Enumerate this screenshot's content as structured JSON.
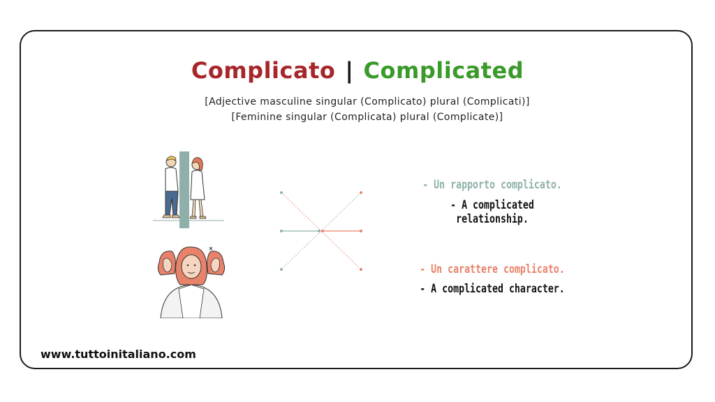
{
  "title": {
    "italian": "Complicato",
    "separator": "|",
    "english": "Complicated"
  },
  "grammar": {
    "line1": "[Adjective masculine singular (Complicato) plural (Complicati)]",
    "line2": "[Feminine singular (Complicata) plural (Complicate)]"
  },
  "examples": [
    {
      "italian": "- Un rapporto complicato.",
      "english": "- A complicated relationship."
    },
    {
      "italian": "- Un carattere complicato.",
      "english": "- A complicated character."
    }
  ],
  "footer": {
    "website": "www.tuttoinitaliano.com"
  },
  "colors": {
    "italian_accent": "#a8262a",
    "english_accent": "#3a9a2a",
    "teal": "#8fb0aa",
    "coral": "#e8826a"
  },
  "icons": [
    "couple-back-to-back-illustration",
    "three-faced-woman-illustration"
  ]
}
